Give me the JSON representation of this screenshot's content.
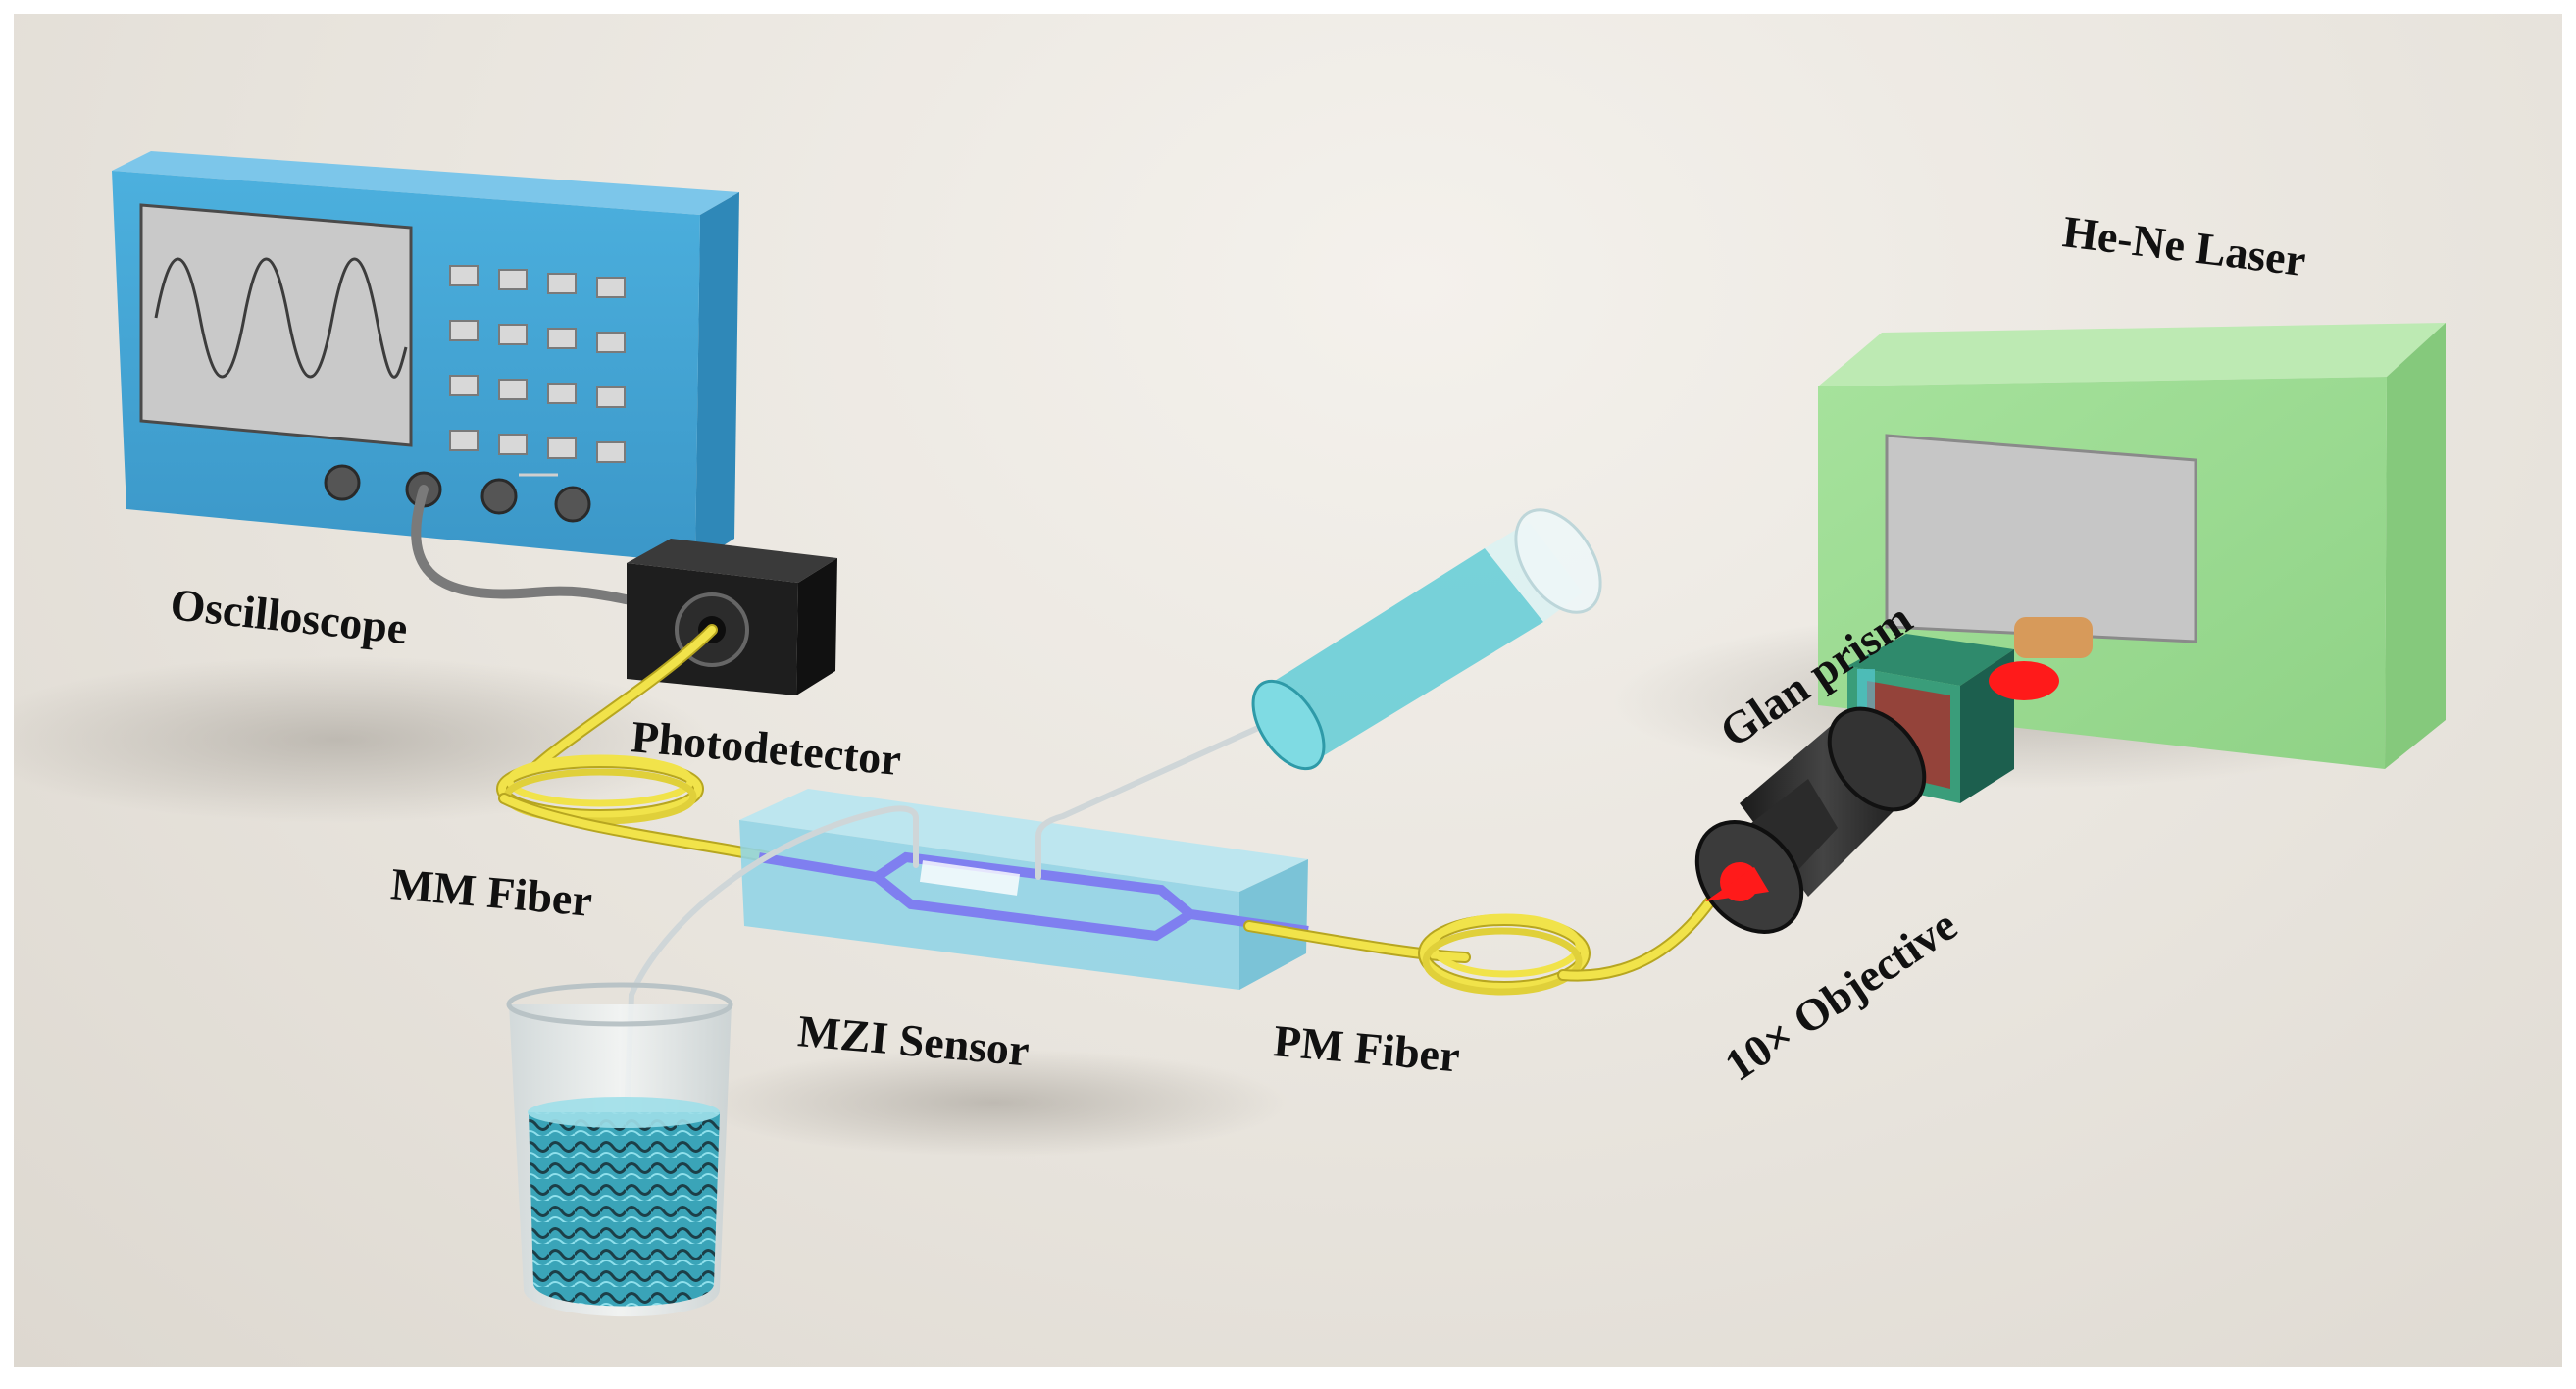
{
  "labels": {
    "oscilloscope": "Oscilloscope",
    "photodetector": "Photodetector",
    "mm_fiber": "MM Fiber",
    "mzi_sensor": "MZI Sensor",
    "pm_fiber": "PM Fiber",
    "he_ne_laser": "He-Ne Laser",
    "glan_prism": "Glan prism",
    "objective": "10× Objective"
  },
  "colors": {
    "oscilloscope_body": "#4aa9d8",
    "laser_body": "#9fdc95",
    "fiber_yellow": "#f1e34a",
    "waveguide": "#7f7ff0",
    "laser_beam": "#ff1a1a",
    "mzi_chip": "#8fd4e6",
    "syringe": "#4fc8d4",
    "objective_body": "#2b2b2b"
  }
}
